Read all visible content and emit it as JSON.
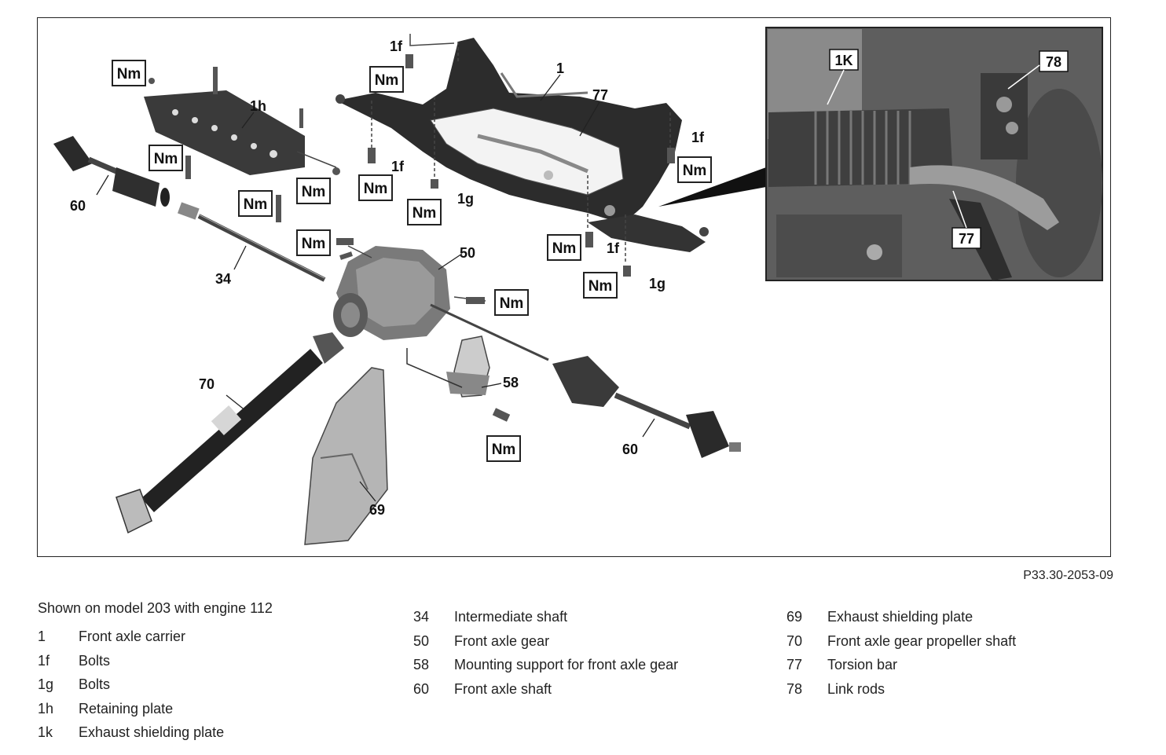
{
  "figure": {
    "code": "P33.30-2053-09",
    "torque_symbol": "Nm",
    "callouts": {
      "c1": "1",
      "c1f_a": "1f",
      "c1f_b": "1f",
      "c1f_c": "1f",
      "c1f_d": "1f",
      "c1g_a": "1g",
      "c1g_b": "1g",
      "c1h": "1h",
      "c34": "34",
      "c50": "50",
      "c58": "58",
      "c60_a": "60",
      "c60_b": "60",
      "c69": "69",
      "c70": "70",
      "c77": "77"
    },
    "inset": {
      "label_1k": "1K",
      "label_78": "78",
      "label_77": "77"
    }
  },
  "caption": "Shown on model 203 with engine 112",
  "legend": {
    "col1": [
      {
        "num": "1",
        "desc": "Front axle carrier"
      },
      {
        "num": "1f",
        "desc": "Bolts"
      },
      {
        "num": "1g",
        "desc": "Bolts"
      },
      {
        "num": "1h",
        "desc": "Retaining plate"
      },
      {
        "num": "1k",
        "desc": "Exhaust shielding plate"
      }
    ],
    "col2": [
      {
        "num": "34",
        "desc": "Intermediate shaft"
      },
      {
        "num": "50",
        "desc": "Front axle gear"
      },
      {
        "num": "58",
        "desc": "Mounting support for front axle gear"
      },
      {
        "num": "60",
        "desc": "Front axle shaft"
      }
    ],
    "col3": [
      {
        "num": "69",
        "desc": "Exhaust shielding plate"
      },
      {
        "num": "70",
        "desc": "Front axle gear propeller shaft"
      },
      {
        "num": "77",
        "desc": "Torsion bar"
      },
      {
        "num": "78",
        "desc": "Link rods"
      }
    ]
  }
}
